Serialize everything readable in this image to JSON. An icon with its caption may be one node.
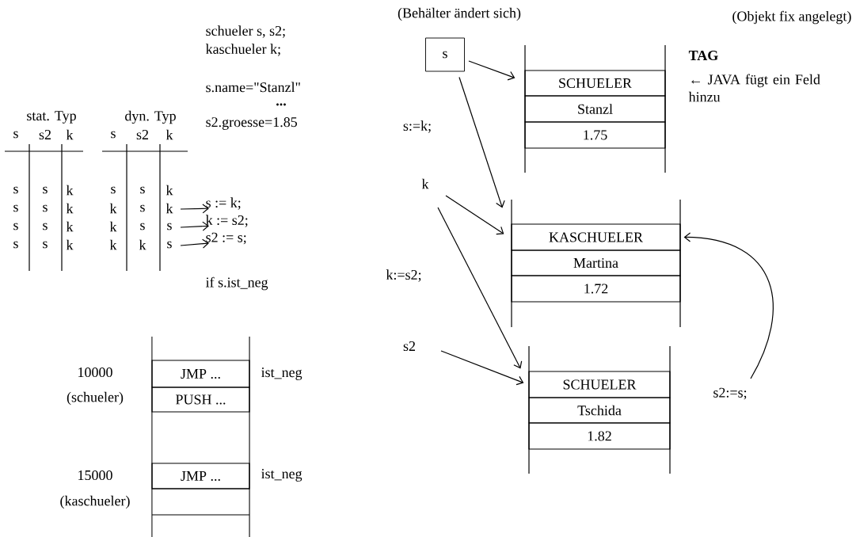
{
  "diagram": {
    "nodes": [
      {
        "text": [
          "s"
        ]
      },
      {
        "text": [
          "k"
        ]
      },
      {
        "text": [
          "s2"
        ]
      },
      {
        "text": [
          "SCHUELER",
          "Stanzl",
          "1.75"
        ]
      },
      {
        "text": [
          "KASCHUELER",
          "Martina",
          "1.72"
        ]
      },
      {
        "text": [
          "SCHUELER",
          "Tschida",
          "1.82"
        ]
      },
      {
        "text": [
          "s := k;"
        ]
      },
      {
        "text": [
          "k := s2;"
        ]
      },
      {
        "text": [
          "s2 := s;"
        ]
      }
    ],
    "edges": [
      {
        "from": 0,
        "to": 3,
        "arrow": "to"
      },
      {
        "from": 0,
        "to": 4,
        "arrow": "to",
        "label": "s:=k;"
      },
      {
        "from": 1,
        "to": 4,
        "arrow": "to"
      },
      {
        "from": 1,
        "to": 5,
        "arrow": "to",
        "label": "k:=s2;"
      },
      {
        "from": 2,
        "to": 5,
        "arrow": "to"
      },
      {
        "from": null,
        "to": 4,
        "arrow": "to",
        "label": "s2:=s;"
      },
      {
        "from": null,
        "to": 6,
        "arrow": "to"
      },
      {
        "from": null,
        "to": 7,
        "arrow": "to"
      },
      {
        "from": null,
        "to": 8,
        "arrow": "to"
      }
    ],
    "labels": [
      "(Behälter ändert sich)",
      "(Objekt fix angelegt)",
      "schueler s, s2;",
      "kaschueler k;",
      "TAG",
      "← JAVA fügt ein Feld hinzu",
      "s.name=\"Stanzl\"",
      "stat. Typ",
      "dyn. Typ",
      "...",
      "s",
      "s2",
      "k",
      "s",
      "s2",
      "k",
      "s2.groesse=1.85",
      "s",
      "s",
      "k",
      "s",
      "s",
      "k",
      "s",
      "s",
      "k",
      "k",
      "s",
      "k",
      "s",
      "s",
      "k",
      "k",
      "s",
      "s",
      "s",
      "s",
      "k",
      "k",
      "k",
      "s",
      "if s.ist_neg",
      "10000",
      "JMP ...",
      "ist_neg",
      "(schueler)",
      "PUSH ...",
      "15000",
      "JMP ...",
      "ist_neg",
      "(kaschueler)"
    ]
  }
}
